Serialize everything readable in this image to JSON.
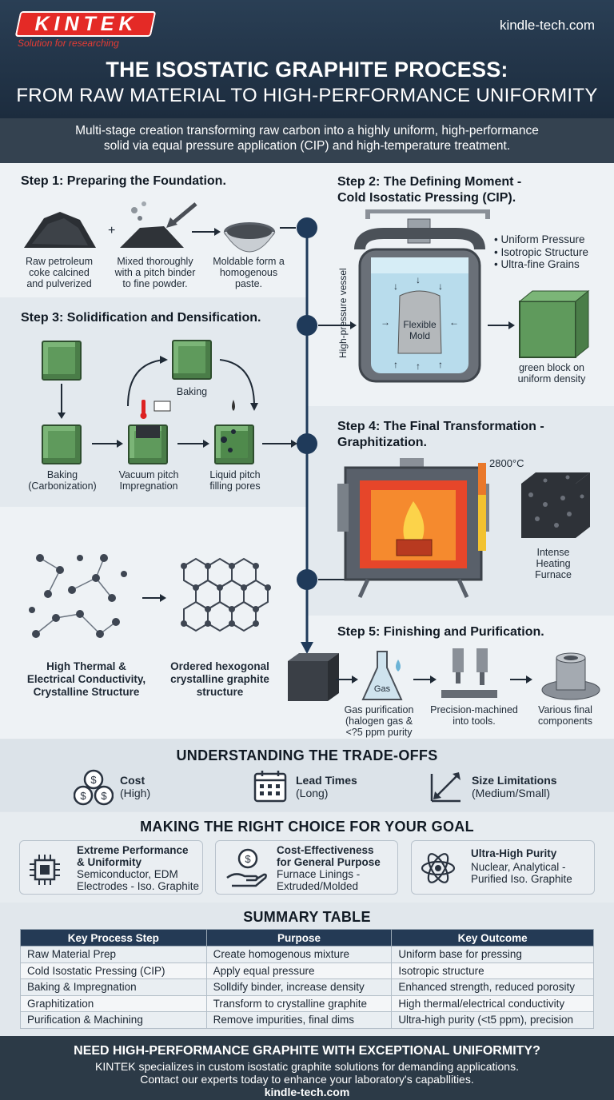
{
  "brand": {
    "logo": "KINTEK",
    "tagline": "Solution for researching",
    "site": "kindle-tech.com"
  },
  "title": {
    "line1": "THE ISOSTATIC GRAPHITE PROCESS:",
    "line2": "FROM RAW MATERIAL TO HIGH-PERFORMANCE UNIFORMITY"
  },
  "intro": {
    "line1": "Multi-stage creation transforming raw carbon into a highly uniform, high-performance",
    "line2": "solid via equal pressure application (CIP) and high-temperature treatment."
  },
  "step1": {
    "title": "Step 1: Preparing the Foundation.",
    "items": [
      {
        "lines": [
          "Raw petroleum",
          "coke calcined",
          "and pulverized"
        ]
      },
      {
        "lines": [
          "Mixed thoroughly",
          "with a pitch binder",
          "to fine powder."
        ]
      },
      {
        "lines": [
          "Moldable form a",
          "homogenous",
          "paste."
        ]
      }
    ]
  },
  "step2": {
    "title1": "Step 2: The Defining Moment -",
    "title2": "Cold Isostatic Pressing (CIP).",
    "bullets": [
      "• Uniform Pressure",
      "• Isotropic Structure",
      "• Ultra-fine Grains"
    ],
    "vessel_label": "High-pressure vessel",
    "mold_label1": "Flexible",
    "mold_label2": "Mold",
    "result1": "green block on",
    "result2": "uniform density"
  },
  "step3": {
    "title": "Step 3: Solidification and Densification.",
    "cycle_label": "Baking",
    "labels": [
      {
        "l1": "Baking",
        "l2": "(Carbonization)"
      },
      {
        "l1": "Vacuum pitch",
        "l2": "Impregnation"
      },
      {
        "l1": "Liquid pitch",
        "l2": "filling pores"
      }
    ]
  },
  "step4": {
    "title1": "Step 4: The Final Transformation -",
    "title2": "Graphitization.",
    "temp": "2800°C",
    "furnace1": "Intense",
    "furnace2": "Heating",
    "furnace3": "Furnace"
  },
  "graphite": {
    "left": [
      "High Thermal &",
      "Electrical Conductivity,",
      "Crystalline Structure"
    ],
    "right": [
      "Ordered hexogonal",
      "crystalline graphite",
      "structure"
    ]
  },
  "step5": {
    "title": "Step 5: Finishing and Purification.",
    "flask_label": "Gas",
    "items": [
      {
        "lines": [
          "Gas purification",
          "(halogen gas &",
          "<?5 ppm purity"
        ]
      },
      {
        "lines": [
          "Precision-machined",
          "into tools."
        ]
      },
      {
        "lines": [
          "Various final",
          "components"
        ]
      }
    ]
  },
  "tradeoffs": {
    "heading": "UNDERSTANDING THE TRADE-OFFS",
    "items": [
      {
        "title": "Cost",
        "sub": "(High)",
        "icon": "coins-icon"
      },
      {
        "title": "Lead Times",
        "sub": "(Long)",
        "icon": "calendar-icon"
      },
      {
        "title": "Size Limitations",
        "sub": "(Medium/Small)",
        "icon": "resize-arrows-icon"
      }
    ]
  },
  "choice": {
    "heading": "MAKING THE RIGHT CHOICE FOR YOUR GOAL",
    "items": [
      {
        "t1": "Extreme Performance",
        "t2": "& Uniformity",
        "s1": "Semiconductor, EDM",
        "s2": "Electrodes - Iso. Graphite",
        "icon": "chip-icon"
      },
      {
        "t1": "Cost-Effectiveness",
        "t2": "for General Purpose",
        "s1": "Furnace Linings -",
        "s2": "Extruded/Molded",
        "icon": "money-hand-icon"
      },
      {
        "t1": "Ultra-High Purity",
        "t2": "",
        "s1": "Nuclear, Analytical -",
        "s2": "Purified Iso. Graphite",
        "icon": "atom-icon"
      }
    ]
  },
  "summary": {
    "heading": "SUMMARY TABLE",
    "headers": [
      "Key Process Step",
      "Purpose",
      "Key Outcome"
    ],
    "rows": [
      [
        "Raw Material Prep",
        "Create homogenous mixture",
        "Uniform base for pressing"
      ],
      [
        "Cold Isostatic Pressing (CIP)",
        "Apply equal pressure",
        "Isotropic structure"
      ],
      [
        "Baking & Impregnation",
        "Solldify binder, increase density",
        "Enhanced strength, reduced porosity"
      ],
      [
        "Graphitization",
        "Transform to crystalline graphite",
        "High thermal/electrical conductivity"
      ],
      [
        "Purification & Machining",
        "Remove impurities, final dims",
        "Ultra-high purity (<t5 ppm), precision"
      ]
    ]
  },
  "footer": {
    "headline": "NEED HIGH-PERFORMANCE GRAPHITE WITH EXCEPTIONAL UNIFORMITY?",
    "line1": "KINTEK specializes in custom isostatic graphite solutions for demanding applications.",
    "line2": "Contact our experts today to enhance your laboratory's capabllities.",
    "link": "kindle-tech.com"
  },
  "colors": {
    "accent": "#e42a26",
    "navy": "#243a55",
    "cube_green": "#5f9a5c"
  }
}
